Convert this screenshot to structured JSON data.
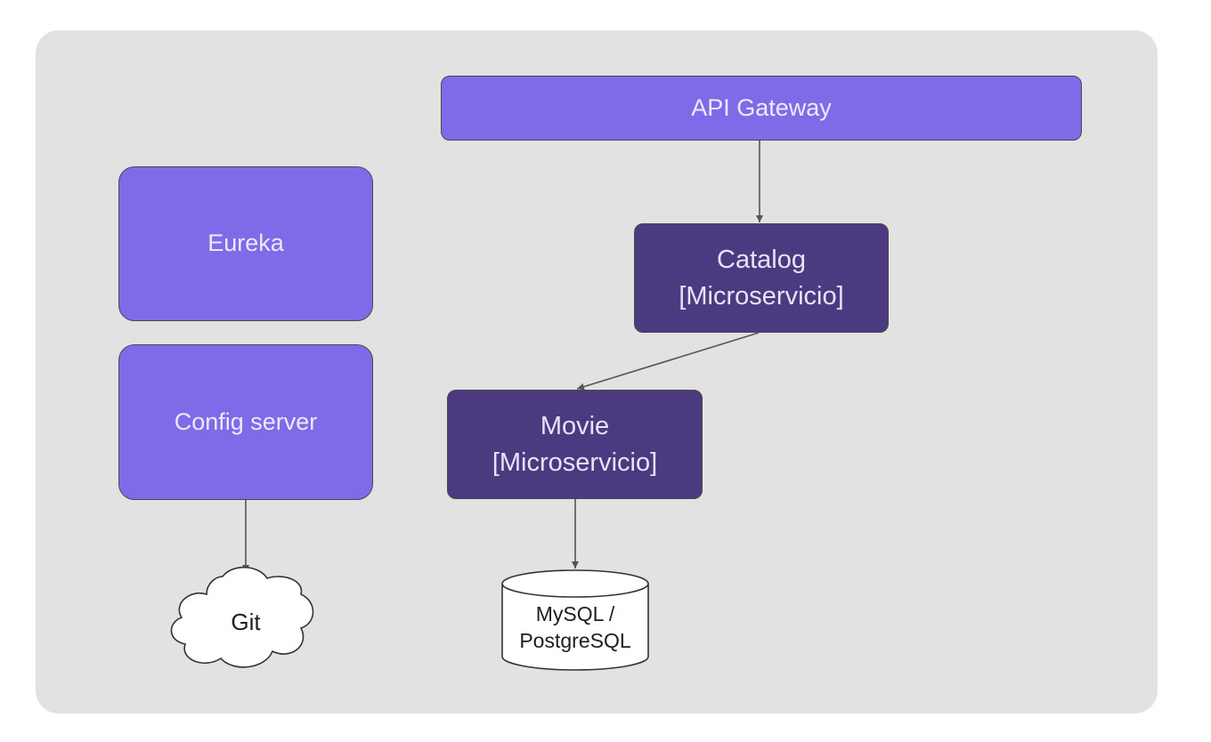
{
  "diagram": {
    "nodes": {
      "api_gateway": "API Gateway",
      "eureka": "Eureka",
      "config_server": "Config server",
      "catalog": "Catalog\n[Microservicio]",
      "movie": "Movie\n[Microservicio]",
      "git": "Git",
      "database": "MySQL /\nPostgreSQL"
    },
    "edges": [
      {
        "from": "API Gateway",
        "to": "Catalog"
      },
      {
        "from": "Catalog",
        "to": "Movie"
      },
      {
        "from": "Movie",
        "to": "MySQL / PostgreSQL"
      },
      {
        "from": "Config server",
        "to": "Git"
      }
    ],
    "colors": {
      "background": "#e2e2e2",
      "service_light": "#7f6ae8",
      "service_dark": "#4b3a80",
      "connector": "#555555"
    }
  }
}
